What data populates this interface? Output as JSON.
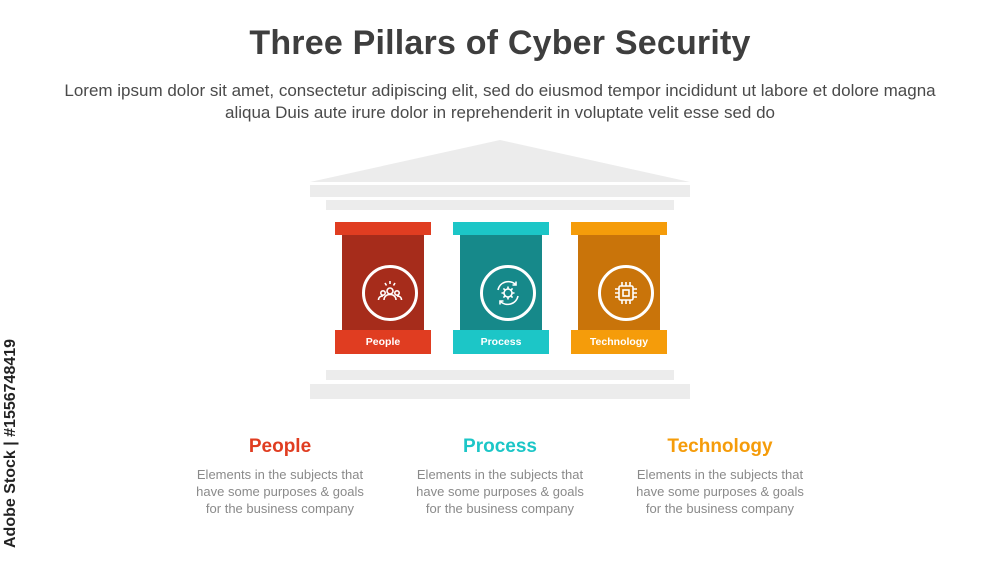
{
  "title": "Three Pillars of Cyber Security",
  "subtitle": "Lorem ipsum dolor sit amet, consectetur adipiscing elit, sed do eiusmod tempor incididunt ut labore et dolore magna aliqua Duis aute irure dolor in reprehenderit in voluptate velit esse sed do",
  "side_credit": "Adobe Stock | #1556748419",
  "colors": {
    "people": "#e03d21",
    "process": "#1cc6c7",
    "technology": "#f59c0a",
    "temple": "#ececec"
  },
  "pillars": [
    {
      "label": "People",
      "icon": "people-group-icon"
    },
    {
      "label": "Process",
      "icon": "gear-cycle-icon"
    },
    {
      "label": "Technology",
      "icon": "microchip-icon"
    }
  ],
  "descriptions": [
    {
      "heading": "People",
      "text": "Elements in the subjects that\nhave  some purposes & goals\nfor the  business company"
    },
    {
      "heading": "Process",
      "text": "Elements in the subjects that\nhave  some purposes & goals\nfor the  business company"
    },
    {
      "heading": "Technology",
      "text": "Elements in the subjects that\nhave  some purposes & goals\nfor the  business company"
    }
  ]
}
